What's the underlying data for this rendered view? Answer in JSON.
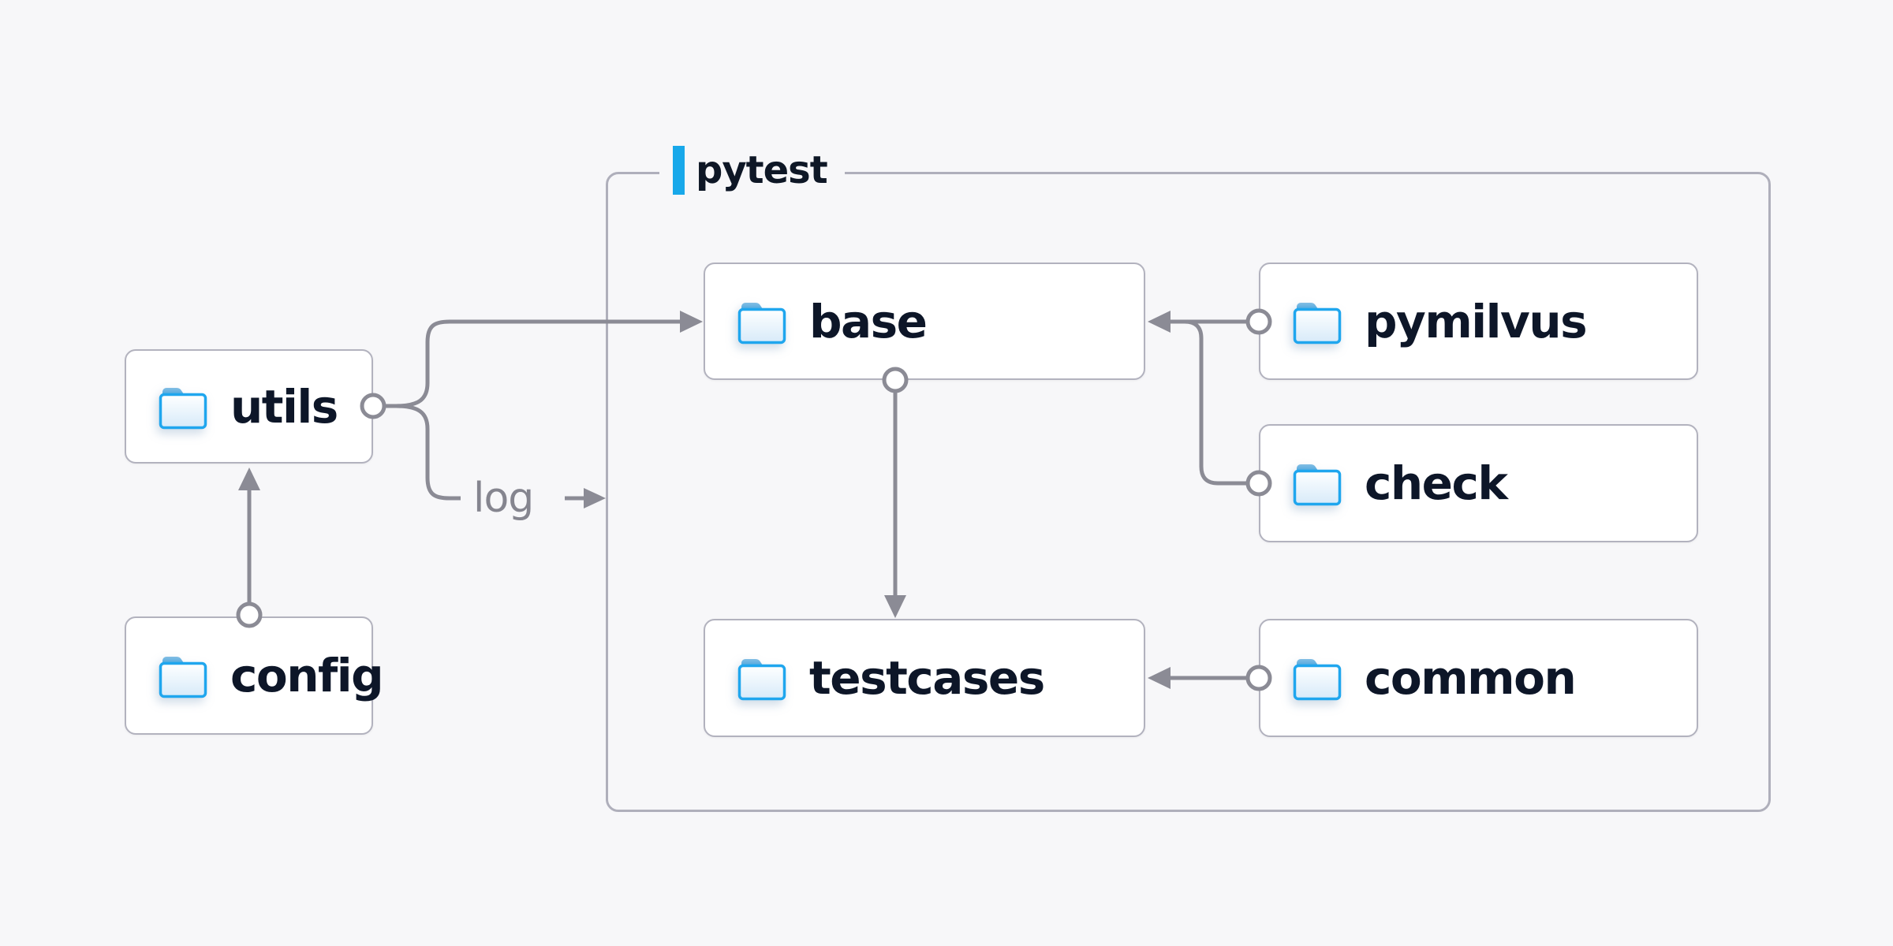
{
  "diagram": {
    "background_color": "#F7F7F9",
    "group": {
      "label": "pytest",
      "accent_color": "#18A8EA",
      "border_color": "#AFAFBB"
    },
    "nodes": [
      {
        "id": "utils",
        "label": "utils",
        "icon": "folder-icon",
        "inside_group": false
      },
      {
        "id": "config",
        "label": "config",
        "icon": "folder-icon",
        "inside_group": false
      },
      {
        "id": "base",
        "label": "base",
        "icon": "folder-icon",
        "inside_group": true
      },
      {
        "id": "pymilvus",
        "label": "pymilvus",
        "icon": "folder-icon",
        "inside_group": true
      },
      {
        "id": "check",
        "label": "check",
        "icon": "folder-icon",
        "inside_group": true
      },
      {
        "id": "testcases",
        "label": "testcases",
        "icon": "folder-icon",
        "inside_group": true
      },
      {
        "id": "common",
        "label": "common",
        "icon": "folder-icon",
        "inside_group": true
      }
    ],
    "edges": [
      {
        "from": "config",
        "to": "utils",
        "start": "circle",
        "end": "arrow"
      },
      {
        "from": "utils",
        "to": "base",
        "start": "circle",
        "end": "arrow"
      },
      {
        "from": "utils",
        "to": "pytest-group",
        "start": "circle",
        "end": "arrow",
        "label": "log"
      },
      {
        "from": "pymilvus",
        "to": "base",
        "start": "circle",
        "end": "arrow"
      },
      {
        "from": "check",
        "to": "base",
        "start": "circle",
        "end": "merges-into-pymilvus-edge"
      },
      {
        "from": "base",
        "to": "testcases",
        "start": "circle",
        "end": "arrow"
      },
      {
        "from": "common",
        "to": "testcases",
        "start": "circle",
        "end": "arrow"
      }
    ],
    "edge_label": "log",
    "colors": {
      "edge": "#8B8B95",
      "node_border": "#B2B2BE",
      "node_background": "#FFFFFF",
      "node_text": "#0D1628",
      "edge_label_text": "#85858F",
      "folder_blue": "#1FA6EE"
    }
  }
}
